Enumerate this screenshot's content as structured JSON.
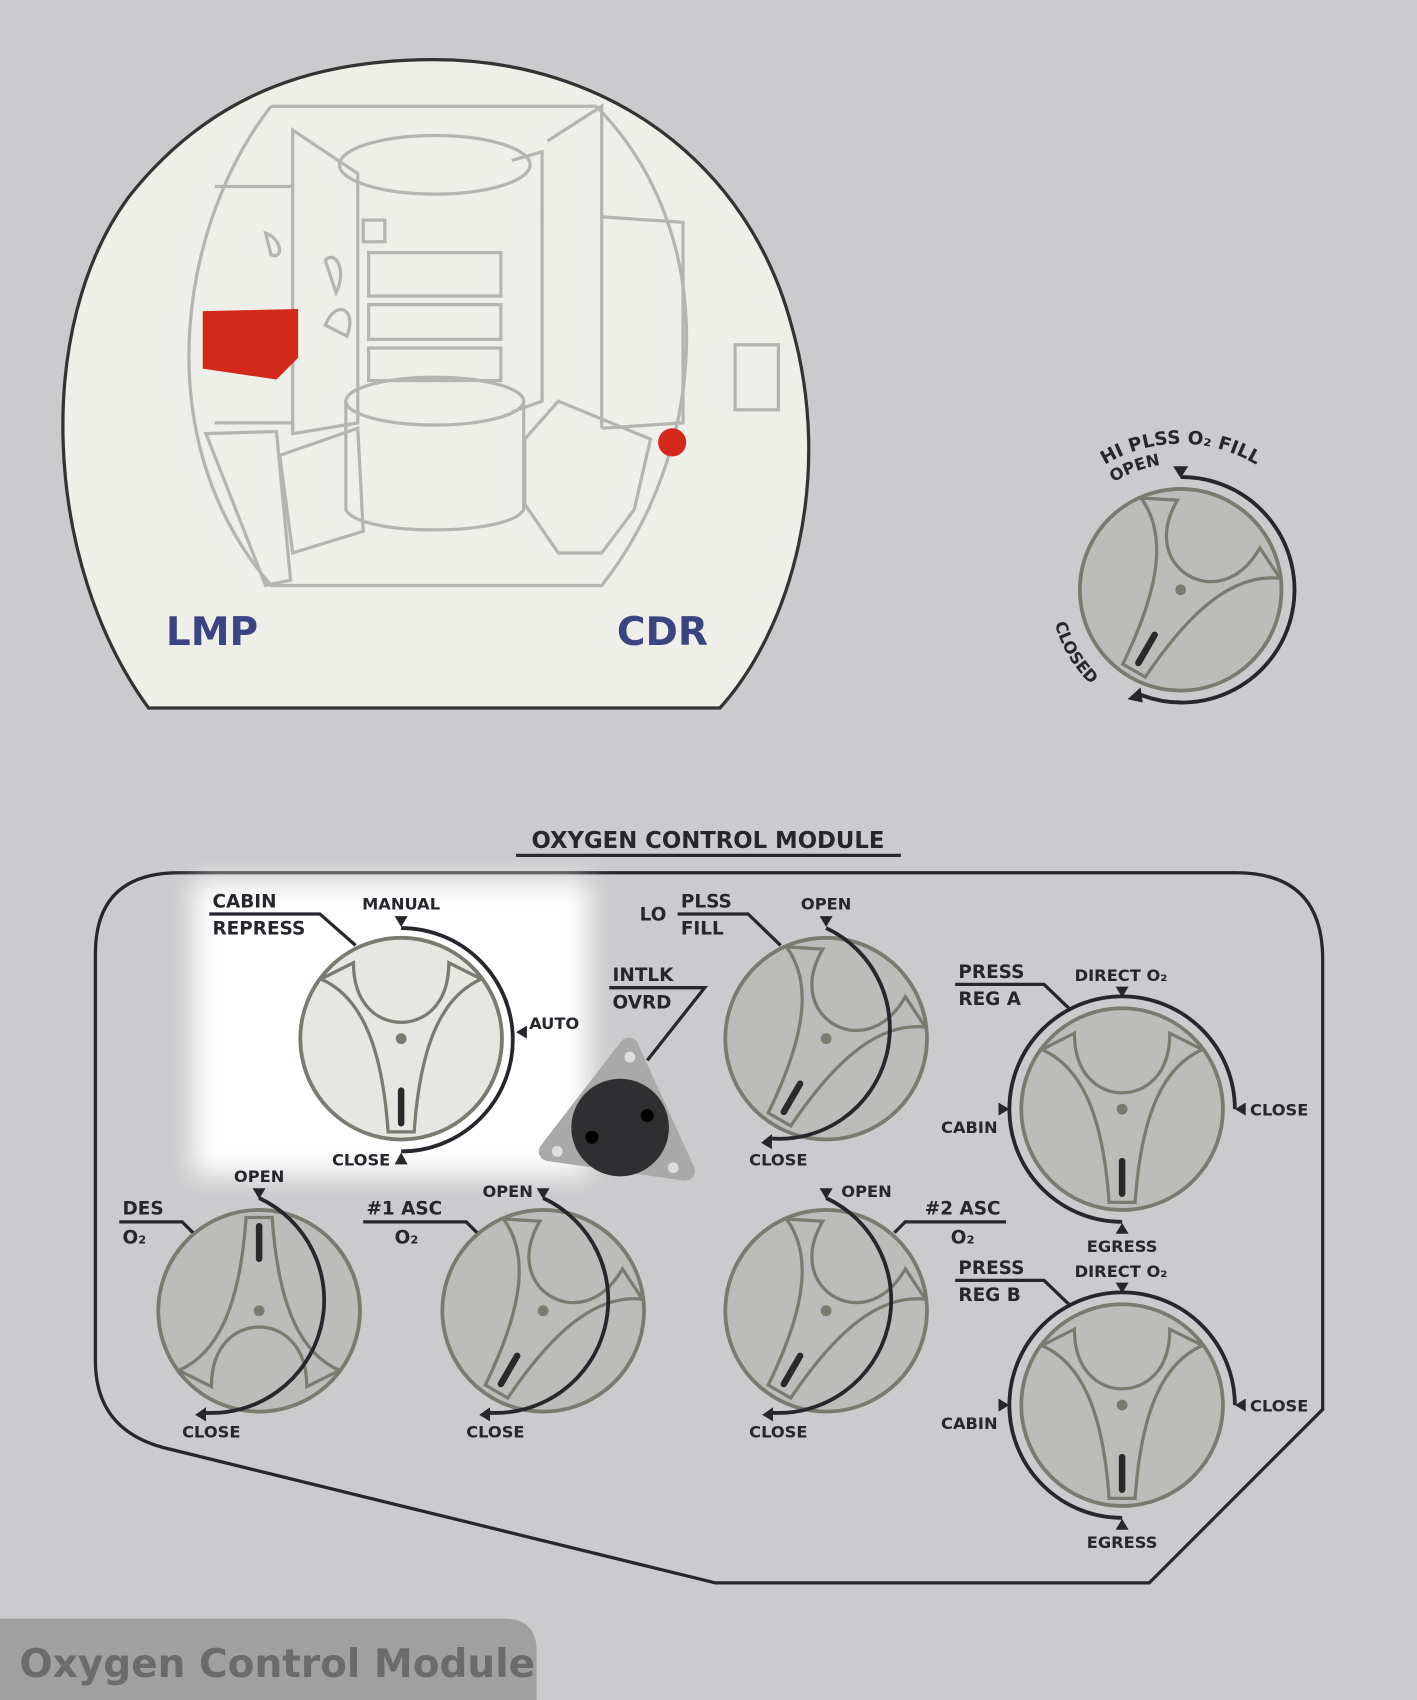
{
  "cabin_view": {
    "lmp_label": "LMP",
    "cdr_label": "CDR",
    "highlight_color": "#d4281b",
    "label_color": "#3b4482"
  },
  "hi_plss": {
    "title": "HI PLSS O₂ FILL",
    "open": "OPEN",
    "closed": "CLOSED"
  },
  "module": {
    "title": "OXYGEN CONTROL MODULE",
    "cabin_repress": {
      "line1": "CABIN",
      "line2": "REPRESS",
      "manual": "MANUAL",
      "auto": "AUTO",
      "close": "CLOSE"
    },
    "lo_plss_fill": {
      "lo": "LO",
      "line1": "PLSS",
      "line2": "FILL",
      "open": "OPEN",
      "close": "CLOSE"
    },
    "intlk_ovrd": {
      "line1": "INTLK",
      "line2": "OVRD"
    },
    "press_reg_a": {
      "line1": "PRESS",
      "line2": "REG A",
      "direct": "DIRECT O₂",
      "close": "CLOSE",
      "cabin": "CABIN",
      "egress": "EGRESS"
    },
    "press_reg_b": {
      "line1": "PRESS",
      "line2": "REG B",
      "direct": "DIRECT O₂",
      "close": "CLOSE",
      "cabin": "CABIN",
      "egress": "EGRESS"
    },
    "des_o2": {
      "line1": "DES",
      "line2": "O₂",
      "open": "OPEN",
      "close": "CLOSE"
    },
    "asc1_o2": {
      "line1": "#1 ASC",
      "line2": "O₂",
      "open": "OPEN",
      "close": "CLOSE"
    },
    "asc2_o2": {
      "line1": "#2 ASC",
      "line2": "O₂",
      "open": "OPEN",
      "close": "CLOSE"
    }
  },
  "footer": {
    "title": "Oxygen Control Module"
  }
}
